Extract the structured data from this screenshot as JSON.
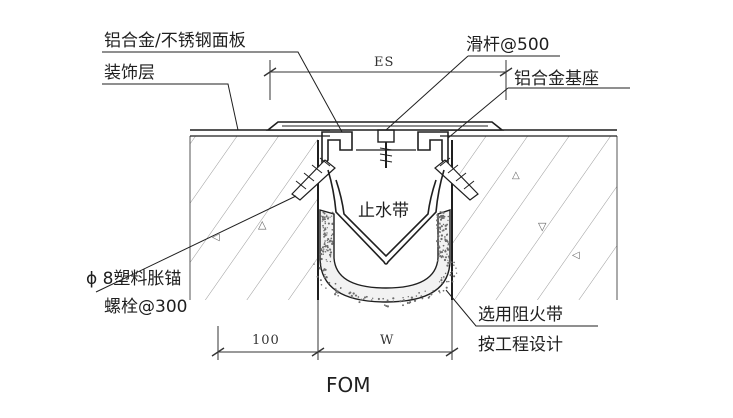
{
  "labels": {
    "top_left_1": "铝合金/不锈钢面板",
    "top_left_2": "装饰层",
    "slide_rod": "滑杆@500",
    "base": "铝合金基座",
    "waterstop": "止水带",
    "anchor_line1": "ϕ 8塑料胀锚",
    "anchor_line2": "螺栓@300",
    "fire_line1": "选用阻火带",
    "fire_line2": "按工程设计"
  },
  "dimensions": {
    "es": "ES",
    "left": "100",
    "w": "W"
  },
  "caption": "FOM",
  "colors": {
    "line": "#1f1f1f",
    "hatch": "#8a8a8a",
    "fire_dots": "#6d6d6d"
  }
}
